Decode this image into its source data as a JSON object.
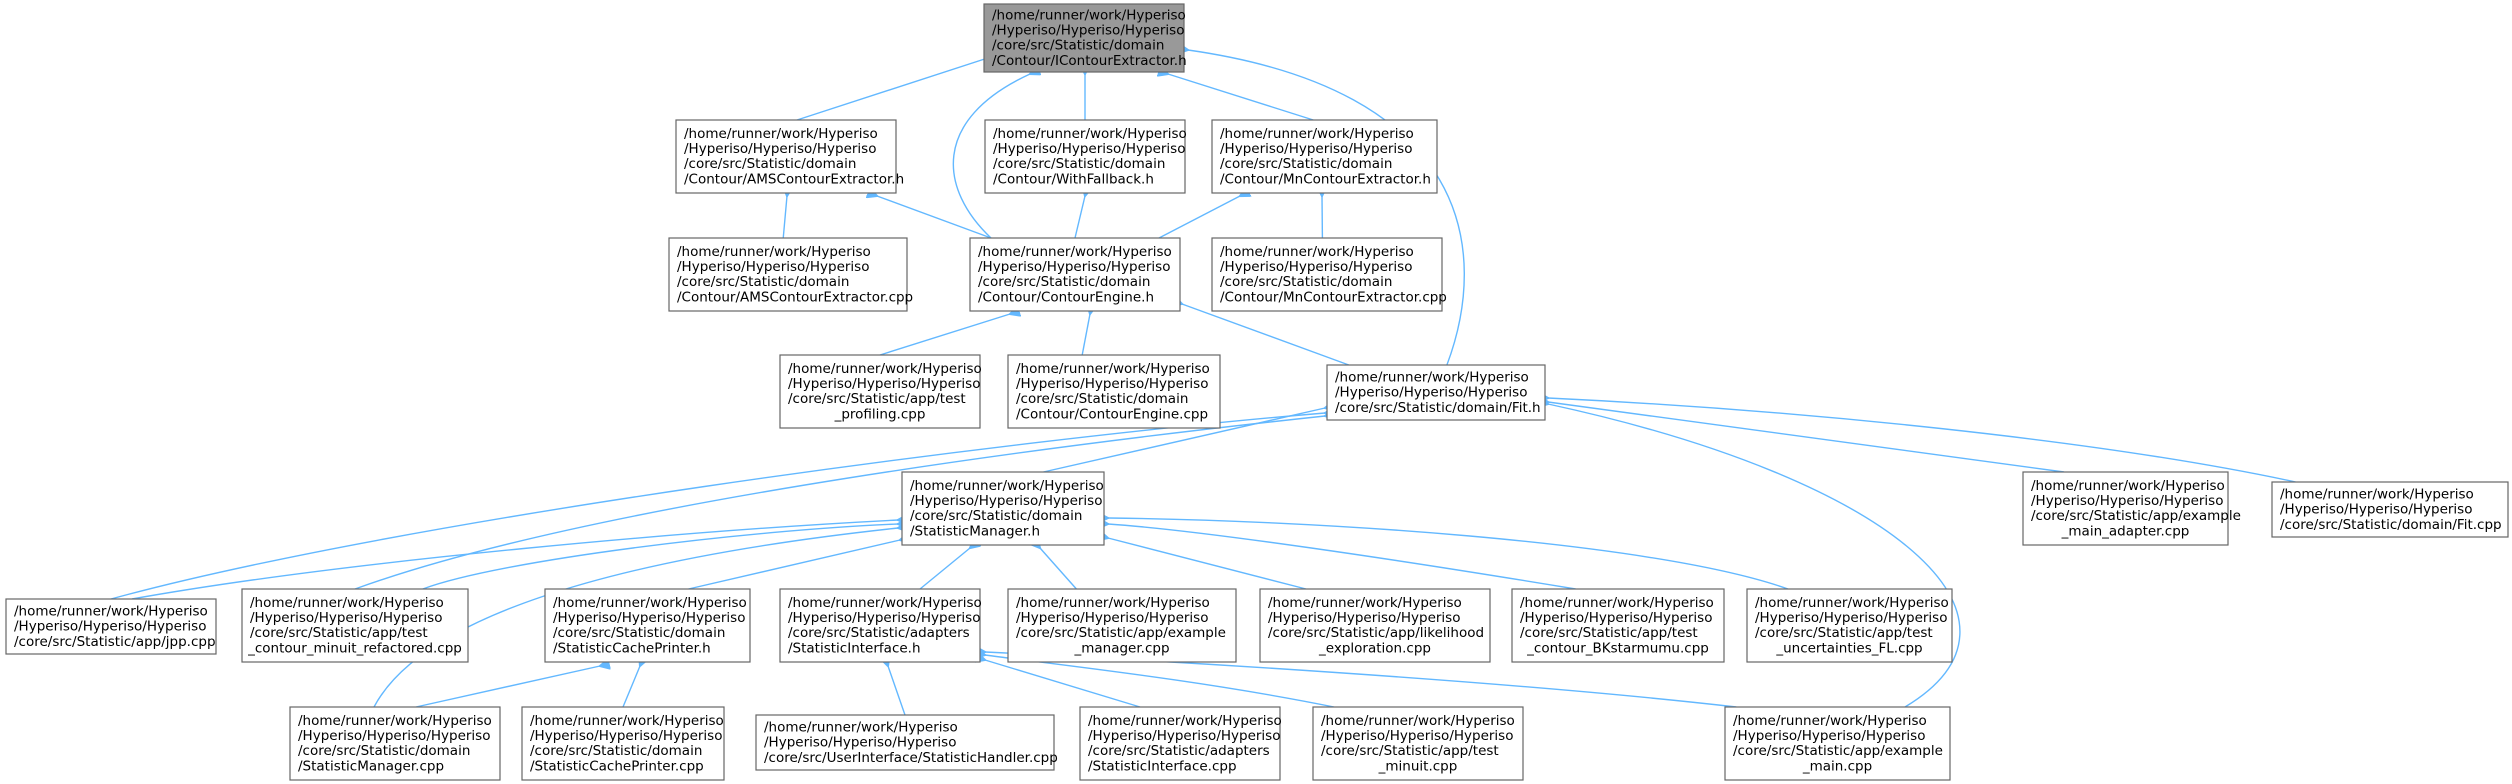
{
  "colors": {
    "edge": "#63b8ff",
    "node_border": "#666666",
    "root_fill": "#999999",
    "node_fill": "#ffffff"
  },
  "nodes": {
    "icontour": {
      "lines": [
        "/home/runner/work/Hyperiso",
        "/Hyperiso/Hyperiso/Hyperiso",
        "/core/src/Statistic/domain",
        "/Contour/IContourExtractor.h"
      ]
    },
    "ams_h": {
      "lines": [
        "/home/runner/work/Hyperiso",
        "/Hyperiso/Hyperiso/Hyperiso",
        "/core/src/Statistic/domain",
        "/Contour/AMSContourExtractor.h"
      ]
    },
    "withfallback": {
      "lines": [
        "/home/runner/work/Hyperiso",
        "/Hyperiso/Hyperiso/Hyperiso",
        "/core/src/Statistic/domain",
        "/Contour/WithFallback.h"
      ]
    },
    "mn_h": {
      "lines": [
        "/home/runner/work/Hyperiso",
        "/Hyperiso/Hyperiso/Hyperiso",
        "/core/src/Statistic/domain",
        "/Contour/MnContourExtractor.h"
      ]
    },
    "ams_cpp": {
      "lines": [
        "/home/runner/work/Hyperiso",
        "/Hyperiso/Hyperiso/Hyperiso",
        "/core/src/Statistic/domain",
        "/Contour/AMSContourExtractor.cpp"
      ]
    },
    "engine_h": {
      "lines": [
        "/home/runner/work/Hyperiso",
        "/Hyperiso/Hyperiso/Hyperiso",
        "/core/src/Statistic/domain",
        "/Contour/ContourEngine.h"
      ]
    },
    "mn_cpp": {
      "lines": [
        "/home/runner/work/Hyperiso",
        "/Hyperiso/Hyperiso/Hyperiso",
        "/core/src/Statistic/domain",
        "/Contour/MnContourExtractor.cpp"
      ]
    },
    "profiling": {
      "lines": [
        "/home/runner/work/Hyperiso",
        "/Hyperiso/Hyperiso/Hyperiso",
        "/core/src/Statistic/app/test",
        "_profiling.cpp"
      ]
    },
    "engine_cpp": {
      "lines": [
        "/home/runner/work/Hyperiso",
        "/Hyperiso/Hyperiso/Hyperiso",
        "/core/src/Statistic/domain",
        "/Contour/ContourEngine.cpp"
      ]
    },
    "fit_h": {
      "lines": [
        "/home/runner/work/Hyperiso",
        "/Hyperiso/Hyperiso/Hyperiso",
        "/core/src/Statistic/domain/Fit.h"
      ]
    },
    "manager_h": {
      "lines": [
        "/home/runner/work/Hyperiso",
        "/Hyperiso/Hyperiso/Hyperiso",
        "/core/src/Statistic/domain",
        "/StatisticManager.h"
      ]
    },
    "example_main_adapter": {
      "lines": [
        "/home/runner/work/Hyperiso",
        "/Hyperiso/Hyperiso/Hyperiso",
        "/core/src/Statistic/app/example",
        "_main_adapter.cpp"
      ]
    },
    "fit_cpp": {
      "lines": [
        "/home/runner/work/Hyperiso",
        "/Hyperiso/Hyperiso/Hyperiso",
        "/core/src/Statistic/domain/Fit.cpp"
      ]
    },
    "jpp": {
      "lines": [
        "/home/runner/work/Hyperiso",
        "/Hyperiso/Hyperiso/Hyperiso",
        "/core/src/Statistic/app/jpp.cpp"
      ]
    },
    "minuit_refactored": {
      "lines": [
        "/home/runner/work/Hyperiso",
        "/Hyperiso/Hyperiso/Hyperiso",
        "/core/src/Statistic/app/test",
        "_contour_minuit_refactored.cpp"
      ]
    },
    "cacheprinter_h": {
      "lines": [
        "/home/runner/work/Hyperiso",
        "/Hyperiso/Hyperiso/Hyperiso",
        "/core/src/Statistic/domain",
        "/StatisticCachePrinter.h"
      ]
    },
    "interface_h": {
      "lines": [
        "/home/runner/work/Hyperiso",
        "/Hyperiso/Hyperiso/Hyperiso",
        "/core/src/Statistic/adapters",
        "/StatisticInterface.h"
      ]
    },
    "example_manager": {
      "lines": [
        "/home/runner/work/Hyperiso",
        "/Hyperiso/Hyperiso/Hyperiso",
        "/core/src/Statistic/app/example",
        "_manager.cpp"
      ]
    },
    "likelihood": {
      "lines": [
        "/home/runner/work/Hyperiso",
        "/Hyperiso/Hyperiso/Hyperiso",
        "/core/src/Statistic/app/likelihood",
        "_exploration.cpp"
      ]
    },
    "bkstarmumu": {
      "lines": [
        "/home/runner/work/Hyperiso",
        "/Hyperiso/Hyperiso/Hyperiso",
        "/core/src/Statistic/app/test",
        "_contour_BKstarmumu.cpp"
      ]
    },
    "uncertainties": {
      "lines": [
        "/home/runner/work/Hyperiso",
        "/Hyperiso/Hyperiso/Hyperiso",
        "/core/src/Statistic/app/test",
        "_uncertainties_FL.cpp"
      ]
    },
    "manager_cpp": {
      "lines": [
        "/home/runner/work/Hyperiso",
        "/Hyperiso/Hyperiso/Hyperiso",
        "/core/src/Statistic/domain",
        "/StatisticManager.cpp"
      ]
    },
    "cacheprinter_cpp": {
      "lines": [
        "/home/runner/work/Hyperiso",
        "/Hyperiso/Hyperiso/Hyperiso",
        "/core/src/Statistic/domain",
        "/StatisticCachePrinter.cpp"
      ]
    },
    "handler": {
      "lines": [
        "/home/runner/work/Hyperiso",
        "/Hyperiso/Hyperiso/Hyperiso",
        "/core/src/UserInterface/StatisticHandler.cpp"
      ]
    },
    "interface_cpp": {
      "lines": [
        "/home/runner/work/Hyperiso",
        "/Hyperiso/Hyperiso/Hyperiso",
        "/core/src/Statistic/adapters",
        "/StatisticInterface.cpp"
      ]
    },
    "test_minuit": {
      "lines": [
        "/home/runner/work/Hyperiso",
        "/Hyperiso/Hyperiso/Hyperiso",
        "/core/src/Statistic/app/test",
        "_minuit.cpp"
      ]
    },
    "example_main": {
      "lines": [
        "/home/runner/work/Hyperiso",
        "/Hyperiso/Hyperiso/Hyperiso",
        "/core/src/Statistic/app/example",
        "_main.cpp"
      ]
    }
  }
}
